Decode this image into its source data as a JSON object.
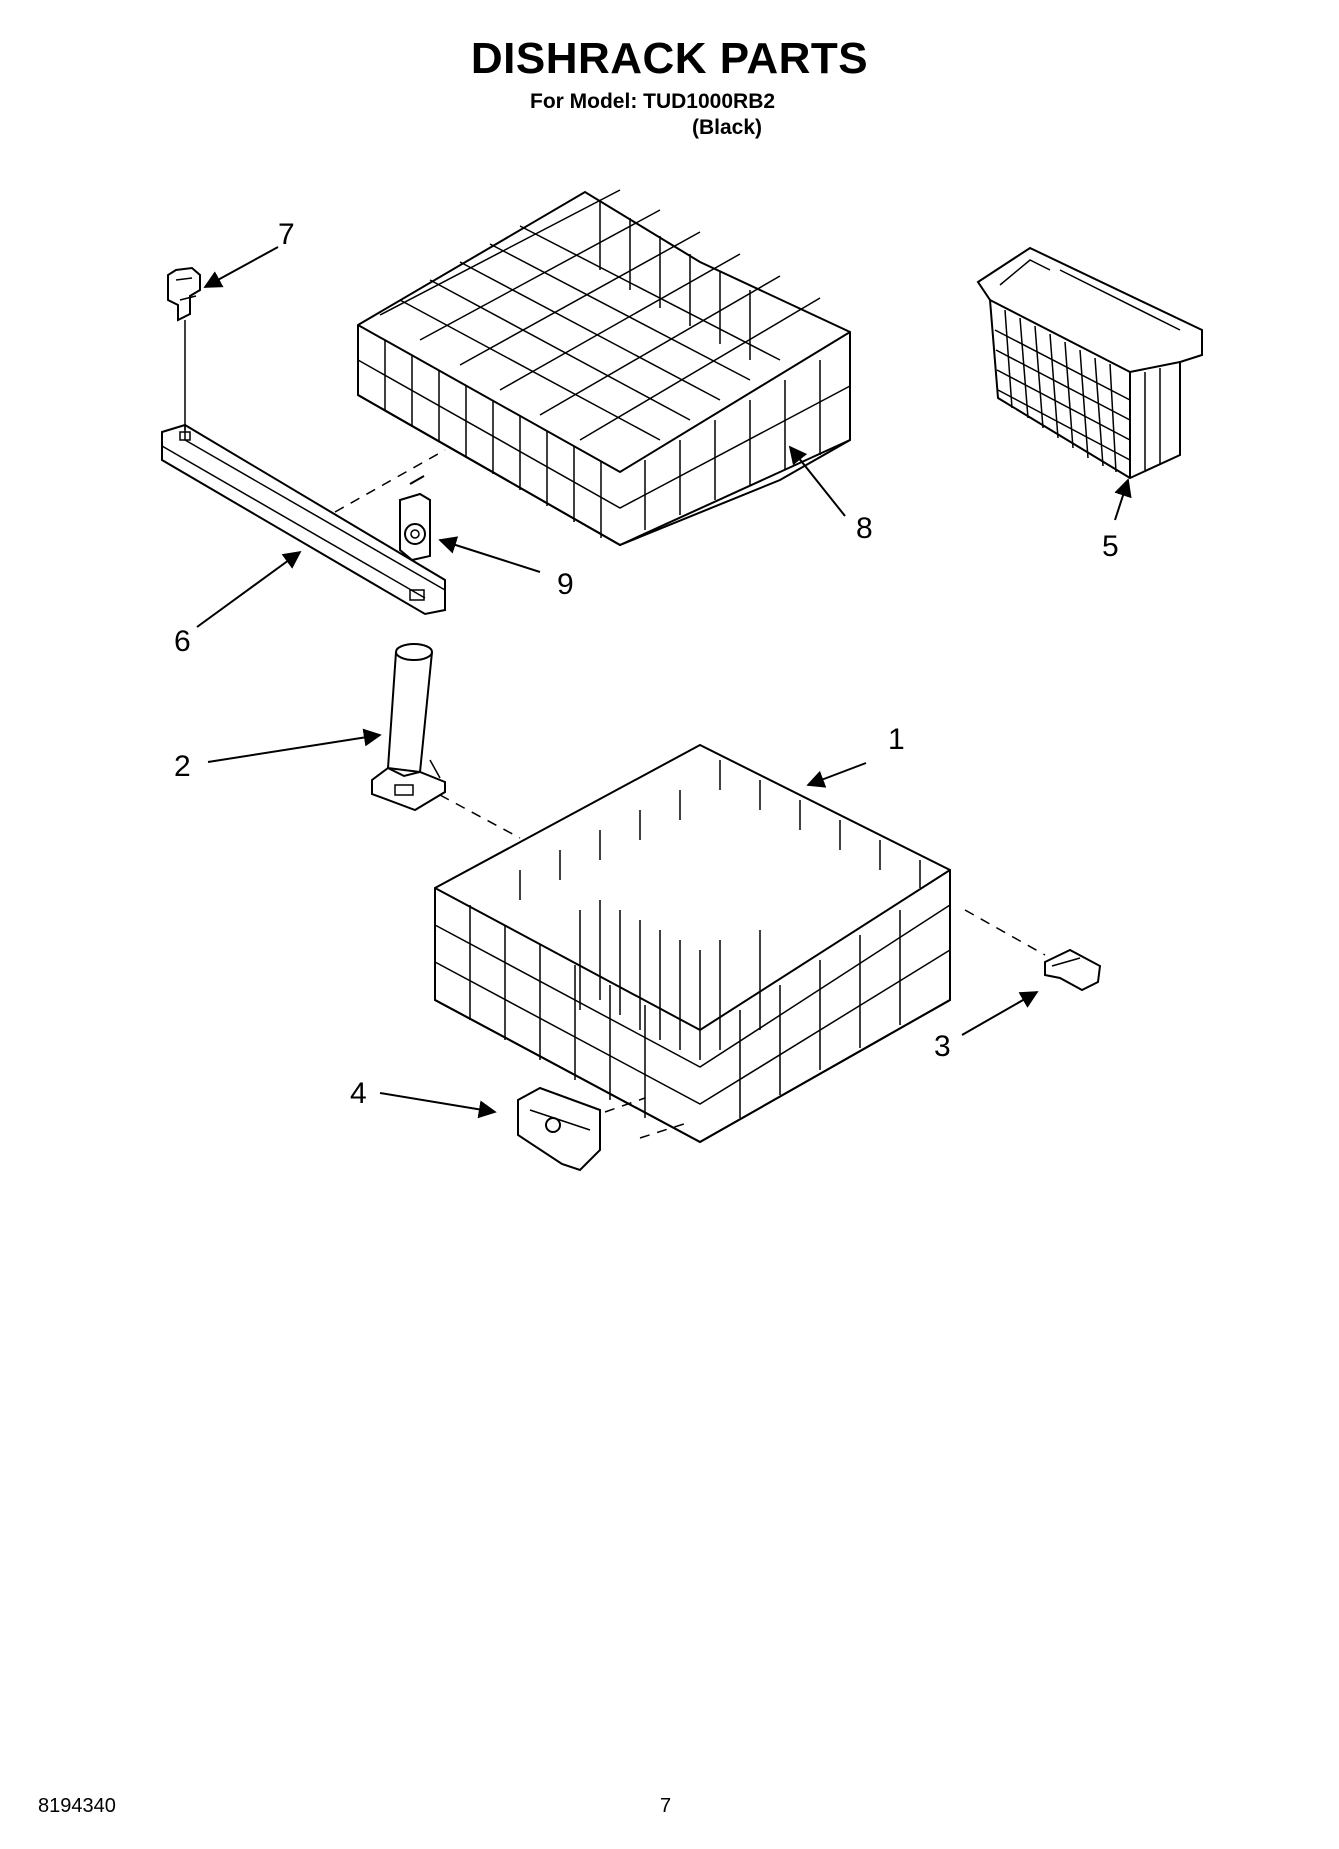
{
  "header": {
    "title": "DISHRACK PARTS",
    "model_line": "For Model: TUD1000RB2",
    "variant": "(Black)"
  },
  "callouts": [
    "1",
    "2",
    "3",
    "4",
    "5",
    "6",
    "7",
    "8",
    "9"
  ],
  "footer": {
    "doc_number": "8194340",
    "page_number": "7"
  }
}
